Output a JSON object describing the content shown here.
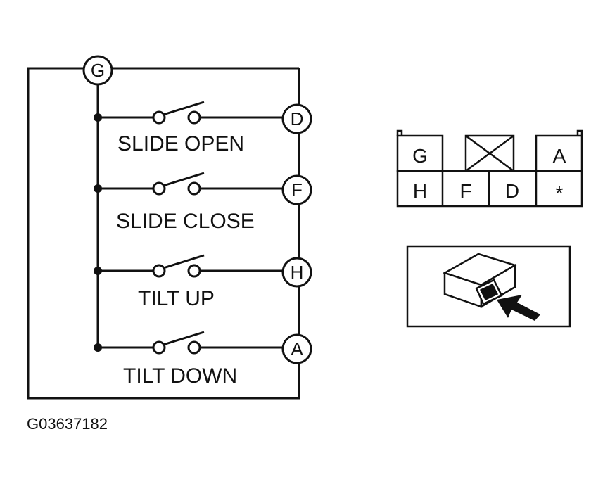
{
  "terminals": [
    "G",
    "D",
    "F",
    "H",
    "A"
  ],
  "switches": [
    {
      "label": "SLIDE OPEN",
      "terminal": "D"
    },
    {
      "label": "SLIDE CLOSE",
      "terminal": "F"
    },
    {
      "label": "TILT UP",
      "terminal": "H"
    },
    {
      "label": "TILT DOWN",
      "terminal": "A"
    }
  ],
  "connector": {
    "top_row": [
      "G",
      "",
      "A"
    ],
    "bottom_row": [
      "H",
      "F",
      "D",
      "*"
    ]
  },
  "figure_code": "G03637182"
}
